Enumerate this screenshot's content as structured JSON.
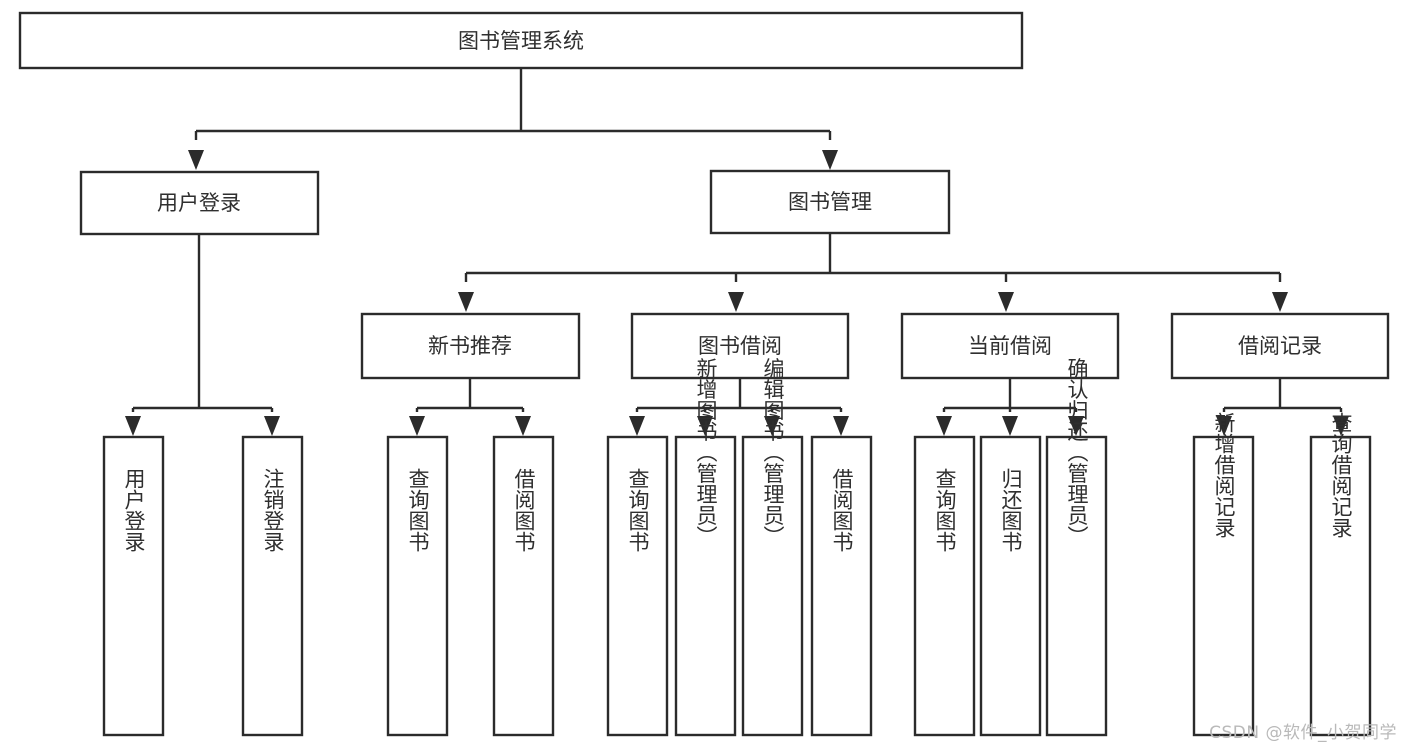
{
  "diagram": {
    "type": "hierarchy-tree",
    "title": "图书管理系统",
    "orientation": "top-down",
    "colors": {
      "box_stroke": "#2b2b2b",
      "box_fill": "#ffffff",
      "text": "#2f2f2f",
      "background": "#ffffff",
      "watermark": "#b9b9b9"
    },
    "root": {
      "label": "图书管理系统"
    },
    "level2": [
      {
        "id": "user-login",
        "label": "用户登录"
      },
      {
        "id": "book-management",
        "label": "图书管理"
      }
    ],
    "level3": [
      {
        "id": "new-book-recommend",
        "label": "新书推荐",
        "parent": "book-management"
      },
      {
        "id": "book-borrow",
        "label": "图书借阅",
        "parent": "book-management"
      },
      {
        "id": "current-borrow",
        "label": "当前借阅",
        "parent": "book-management"
      },
      {
        "id": "borrow-record",
        "label": "借阅记录",
        "parent": "book-management"
      }
    ],
    "leaves": {
      "user-login": [
        {
          "id": "leaf-user-login",
          "label": "用户登录"
        },
        {
          "id": "leaf-user-logout",
          "label": "注销登录"
        }
      ],
      "new-book-recommend": [
        {
          "id": "leaf-query-book-1",
          "label": "查询图书"
        },
        {
          "id": "leaf-borrow-book-1",
          "label": "借阅图书"
        }
      ],
      "book-borrow": [
        {
          "id": "leaf-query-book-2",
          "label": "查询图书"
        },
        {
          "id": "leaf-add-book",
          "label": "新增图书（管理员）"
        },
        {
          "id": "leaf-edit-book",
          "label": "编辑图书（管理员）"
        },
        {
          "id": "leaf-borrow-book-2",
          "label": "借阅图书"
        }
      ],
      "current-borrow": [
        {
          "id": "leaf-query-book-3",
          "label": "查询图书"
        },
        {
          "id": "leaf-return-book",
          "label": "归还图书"
        },
        {
          "id": "leaf-confirm-return",
          "label": "确认归还（管理员）"
        }
      ],
      "borrow-record": [
        {
          "id": "leaf-add-record",
          "label": "新增借阅记录"
        },
        {
          "id": "leaf-query-record",
          "label": "查询借阅记录"
        }
      ]
    }
  },
  "watermark": {
    "text": "CSDN @软件_小贺同学"
  }
}
